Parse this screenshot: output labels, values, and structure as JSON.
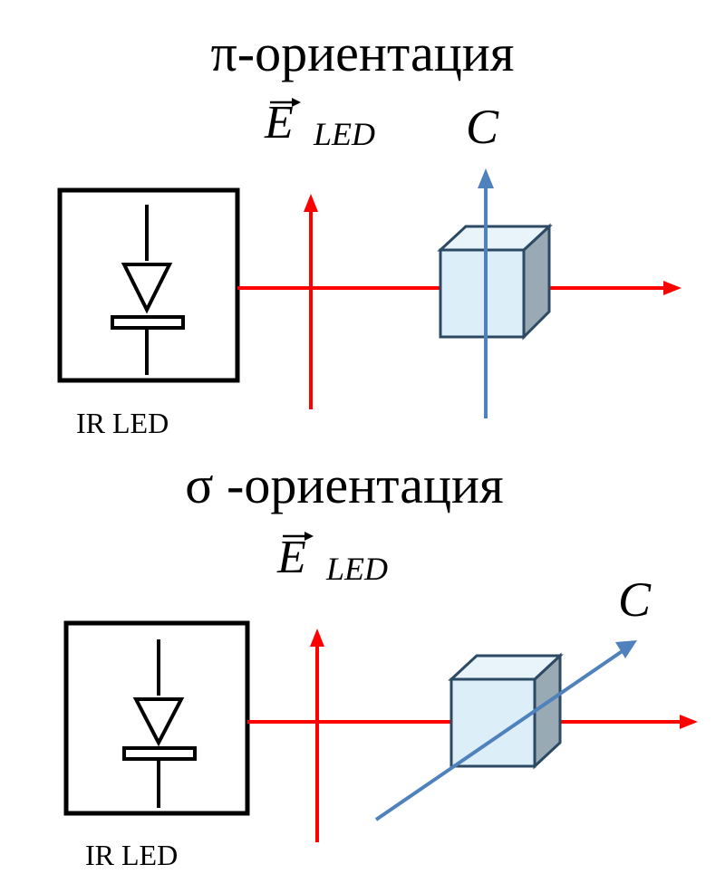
{
  "panels": [
    {
      "title": "π-ориентация",
      "field_symbol": "E",
      "field_subscript": "LED",
      "axis_label": "C",
      "source_label": "IR LED"
    },
    {
      "title": "σ -ориентация",
      "field_symbol": "E",
      "field_subscript": "LED",
      "axis_label": "C",
      "source_label": "IR LED"
    }
  ],
  "colors": {
    "beam": "#ff0000",
    "crystal_axis": "#4f81bd",
    "crystal_face": "#dceef8",
    "crystal_side": "#9aaab4",
    "crystal_edge": "#2c4a63",
    "outline": "#000000"
  }
}
